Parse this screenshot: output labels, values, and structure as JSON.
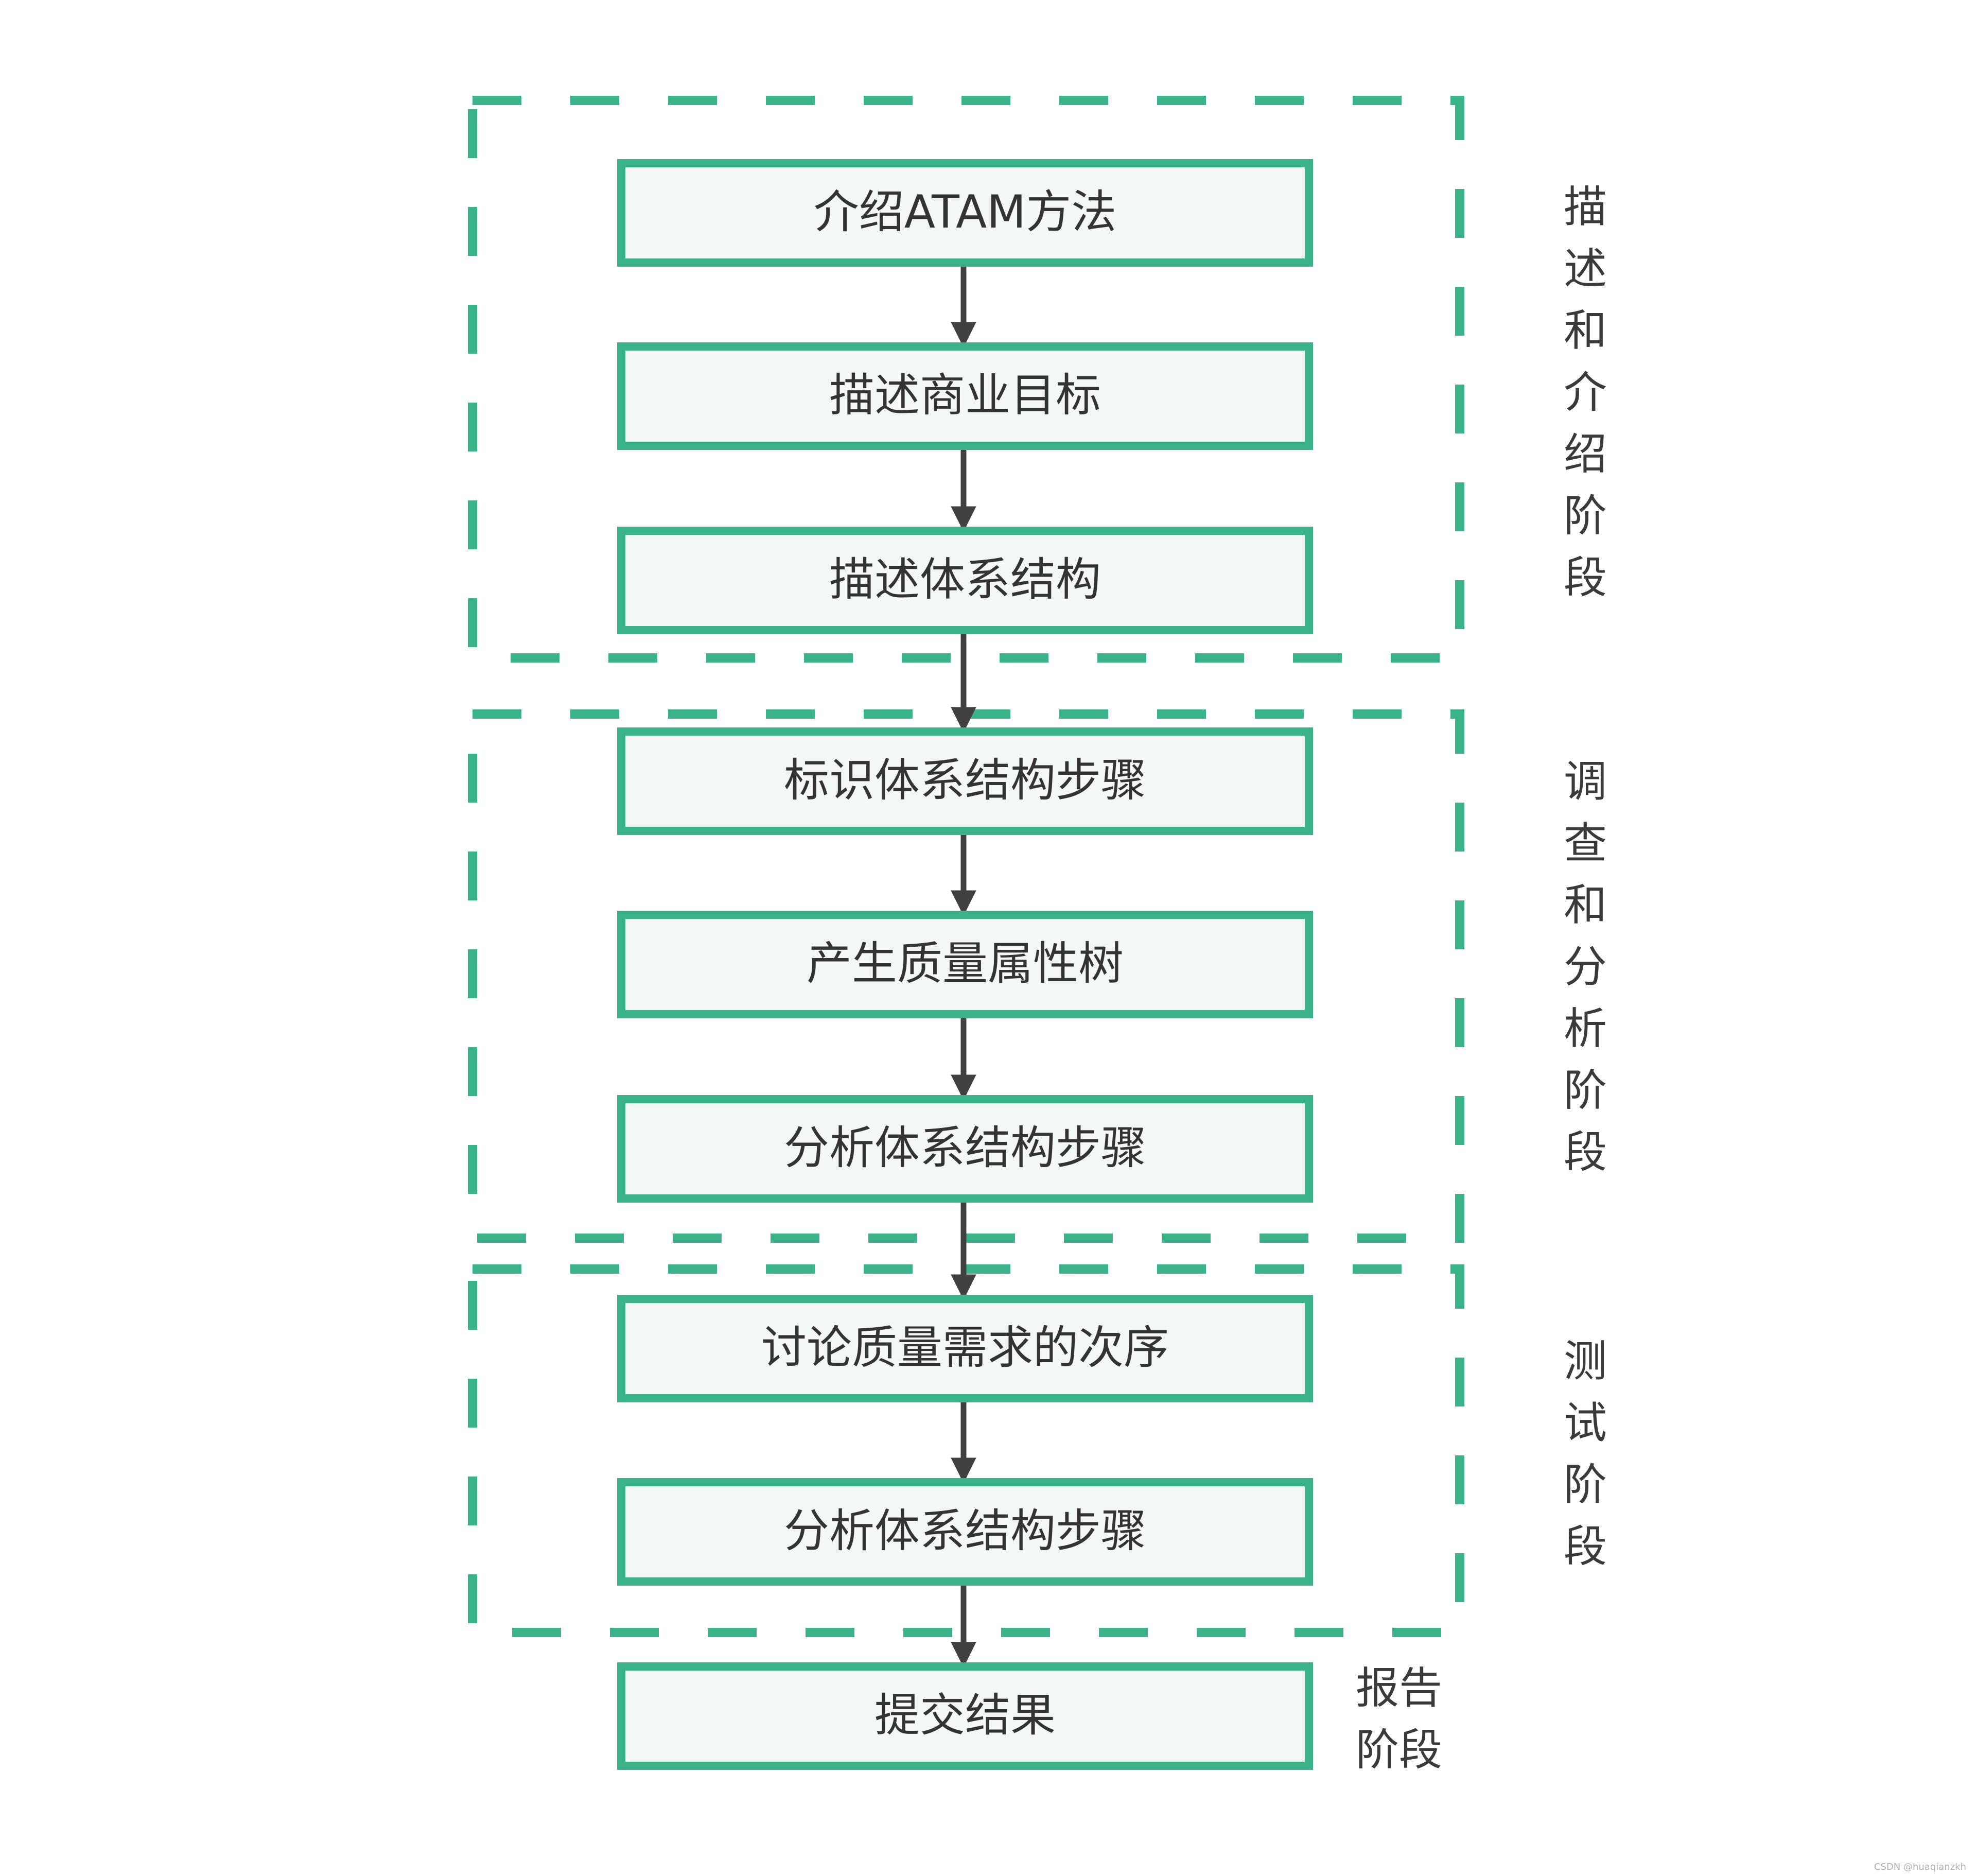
{
  "colors": {
    "accent": "#3bb38a",
    "box_fill": "#f3f7f5",
    "arrow": "#404040",
    "text": "#333333"
  },
  "phases": [
    {
      "id": "p1",
      "label": "描述和介绍阶段"
    },
    {
      "id": "p2",
      "label": "调查和分析阶段"
    },
    {
      "id": "p3",
      "label": "测试阶段"
    },
    {
      "id": "p4",
      "label_lines": [
        "报告",
        "阶段"
      ]
    }
  ],
  "steps": [
    "介绍ATAM方法",
    "描述商业目标",
    "描述体系结构",
    "标识体系结构步骤",
    "产生质量属性树",
    "分析体系结构步骤",
    "讨论质量需求的次序",
    "分析体系结构步骤",
    "提交结果"
  ],
  "watermark": "CSDN @huaqianzkh"
}
